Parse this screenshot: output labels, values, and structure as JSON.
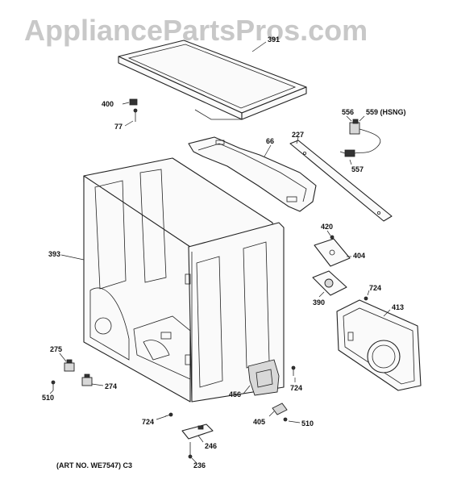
{
  "watermark": "AppliancePartsPros.com",
  "art_number": "(ART NO. WE7547)  C3",
  "labels": {
    "p391": "391",
    "p400": "400",
    "p77": "77",
    "p66": "66",
    "p227": "227",
    "p556": "556",
    "p559": "559 (HSNG)",
    "p557": "557",
    "p420": "420",
    "p404": "404",
    "p393": "393",
    "p724a": "724",
    "p390": "390",
    "p413": "413",
    "p275": "275",
    "p274": "274",
    "p510a": "510",
    "p456": "456",
    "p724b": "724",
    "p724c": "724",
    "p405": "405",
    "p510b": "510",
    "p246": "246",
    "p236": "236"
  }
}
